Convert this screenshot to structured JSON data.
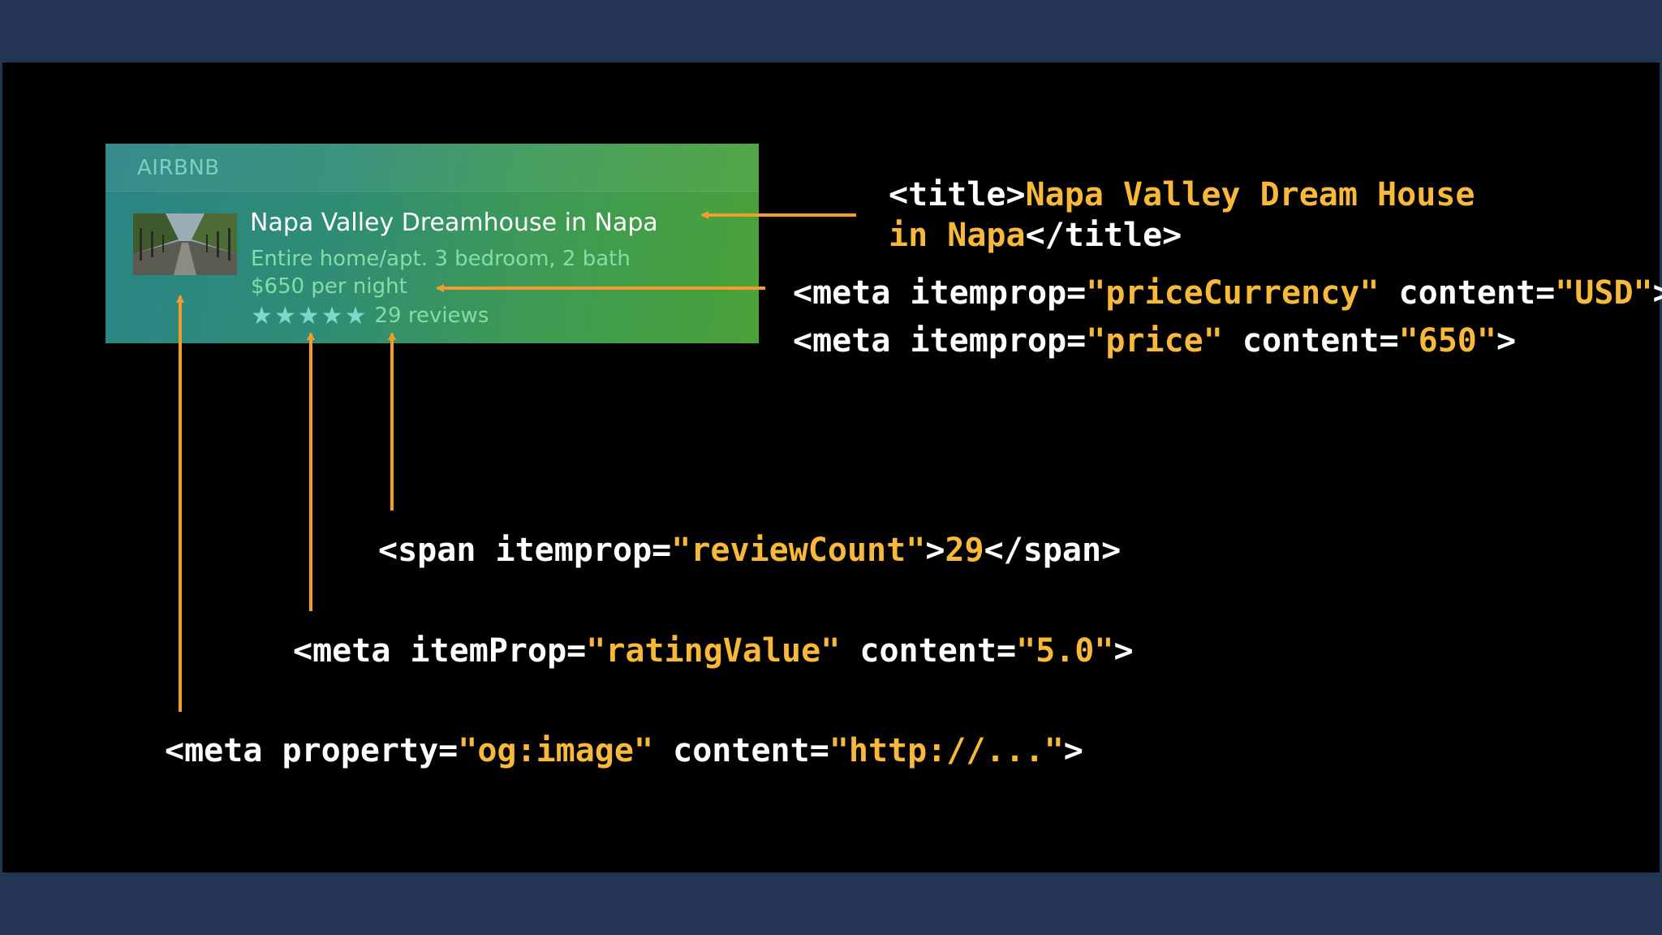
{
  "card": {
    "brand": "AIRBNB",
    "title": "Napa Valley Dreamhouse in Napa",
    "subtitle": "Entire home/apt. 3 bedroom, 2 bath",
    "price": "$650 per night",
    "rating": 5,
    "stars": "★★★★★",
    "reviews": "29 reviews"
  },
  "annotations": {
    "title": {
      "open": "<title>",
      "value_1": "Napa Valley Dream House",
      "value_2": "in Napa",
      "close": "</title>"
    },
    "price_currency": {
      "pre": "<meta itemprop=",
      "prop": "\"priceCurrency\"",
      "mid": " content=",
      "val": "\"USD\"",
      "end": ">"
    },
    "price": {
      "pre": "<meta itemprop=",
      "prop": "\"price\"",
      "mid": " content=",
      "val": "\"650\"",
      "end": ">"
    },
    "review_count": {
      "pre": "<span itemprop=",
      "prop": "\"reviewCount\"",
      "mid": ">",
      "val": "29",
      "end": "</span>"
    },
    "rating_value": {
      "pre": "<meta itemProp=",
      "prop": "\"ratingValue\"",
      "mid": " content=",
      "val": "\"5.0\"",
      "end": ">"
    },
    "og_image": {
      "pre": "<meta property=",
      "prop": "\"og:image\"",
      "mid": " content=",
      "val": "\"http://...\"",
      "end": ">"
    }
  },
  "colors": {
    "background": "#243454",
    "slide": "#000000",
    "code_text": "#ffffff",
    "code_value": "#f7b83b",
    "arrow": "#f39c2a"
  }
}
